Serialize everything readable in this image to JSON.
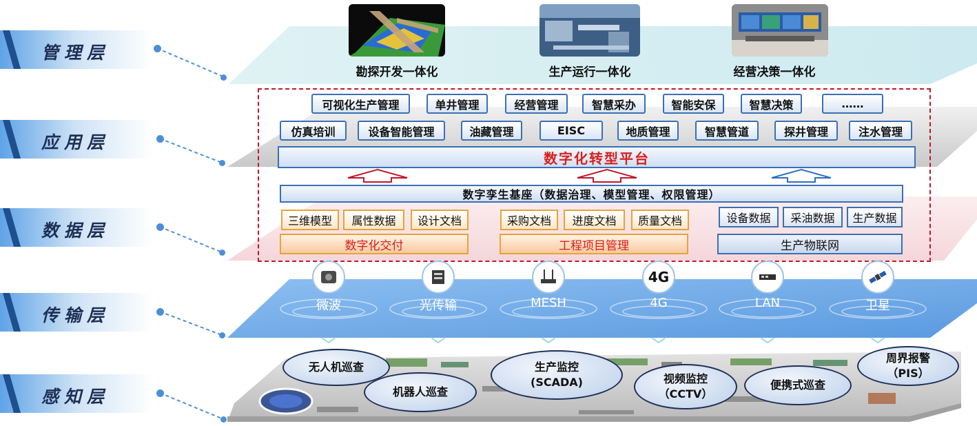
{
  "layers": [
    {
      "id": "mgmt",
      "label": "管理层"
    },
    {
      "id": "app",
      "label": "应用层"
    },
    {
      "id": "data",
      "label": "数据层"
    },
    {
      "id": "trans",
      "label": "传输层"
    },
    {
      "id": "sense",
      "label": "感知层"
    }
  ],
  "management": {
    "items": [
      {
        "caption": "勘探开发一体化"
      },
      {
        "caption": "生产运行一体化"
      },
      {
        "caption": "经营决策一体化"
      }
    ]
  },
  "application": {
    "row1": [
      "可视化生产管理",
      "单井管理",
      "经营管理",
      "智慧采办",
      "智能安保",
      "智慧决策",
      "……"
    ],
    "row2": [
      "仿真培训",
      "设备智能管理",
      "油藏管理",
      "EISC",
      "地质管理",
      "智慧管道",
      "探井管理",
      "注水管理"
    ],
    "platform": "数字化转型平台"
  },
  "data_layer": {
    "twin_base": "数字孪生基座（数据治理、模型管理、权限管理）",
    "group1": {
      "items": [
        "三维模型",
        "属性数据",
        "设计文档"
      ],
      "bar": "数字化交付"
    },
    "group2": {
      "items": [
        "采购文档",
        "进度文档",
        "质量文档"
      ],
      "bar": "工程项目管理"
    },
    "group3": {
      "items": [
        "设备数据",
        "采油数据",
        "生产数据"
      ],
      "bar": "生产物联网"
    }
  },
  "transmission": {
    "items": [
      {
        "label": "微波",
        "icon": "microwave-device-icon"
      },
      {
        "label": "光传输",
        "icon": "optical-device-icon"
      },
      {
        "label": "MESH",
        "icon": "mesh-router-icon"
      },
      {
        "label": "4G",
        "icon": "4g-icon",
        "icon_text": "4G"
      },
      {
        "label": "LAN",
        "icon": "lan-switch-icon"
      },
      {
        "label": "卫星",
        "icon": "satellite-icon"
      }
    ]
  },
  "perception": {
    "items": [
      {
        "line1": "无人机巡查",
        "line2": ""
      },
      {
        "line1": "机器人巡查",
        "line2": ""
      },
      {
        "line1": "生产监控",
        "line2": "(SCADA)"
      },
      {
        "line1": "视频监控",
        "line2": "（CCTV）"
      },
      {
        "line1": "便携式巡查",
        "line2": ""
      },
      {
        "line1": "周界报警",
        "line2": "（PIS）"
      }
    ]
  },
  "colors": {
    "frame": "#c0172b",
    "box_border": "#3b6fb4",
    "platform_text": "#d8201d",
    "transmission_plane": "#6ea8e8",
    "tab_text": "#1e2f56"
  }
}
